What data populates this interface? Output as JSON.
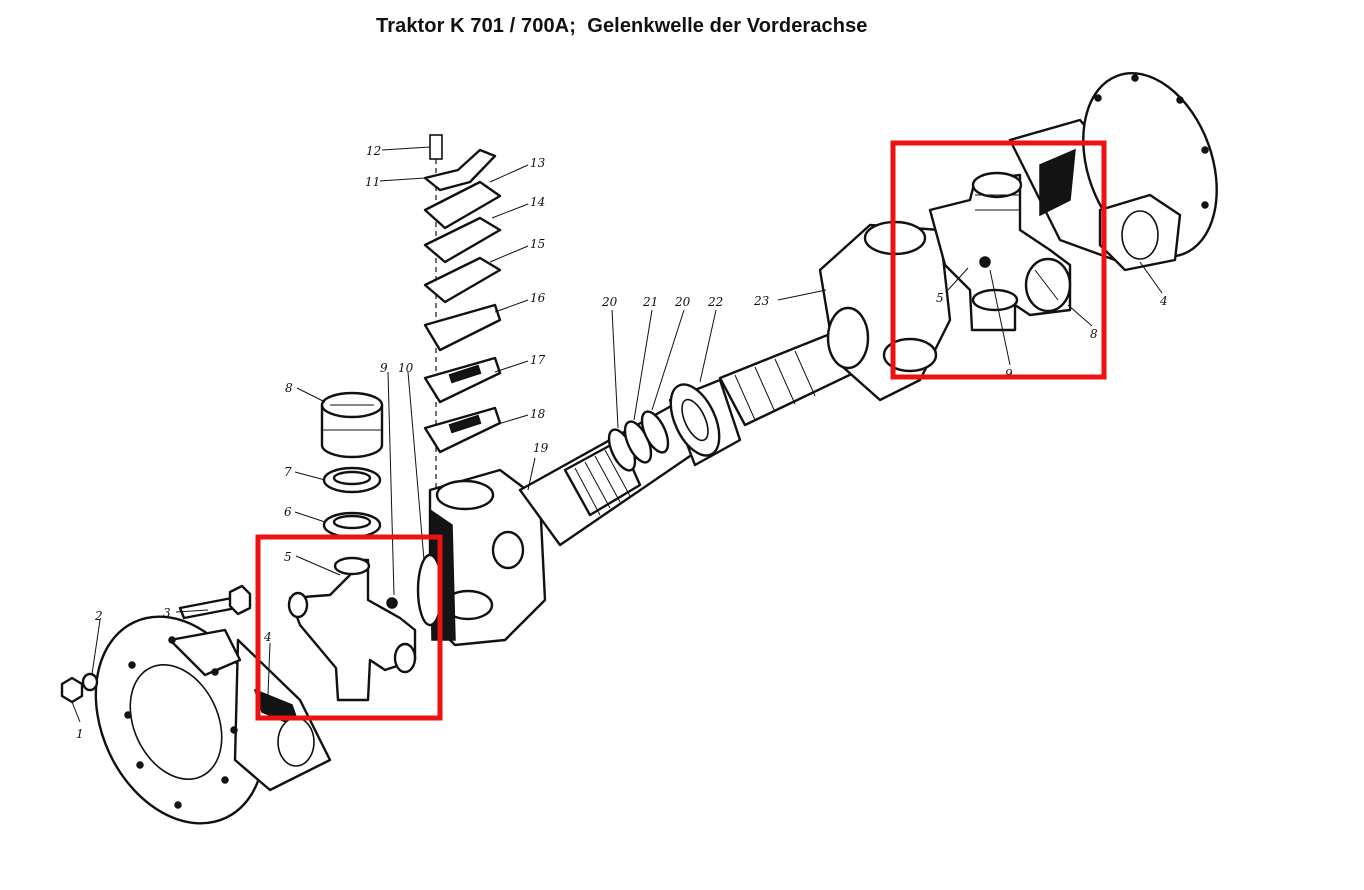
{
  "title": "Traktor K 701 / 700A;  Gelenkwelle der Vorderachse",
  "highlight_color": "#ee1111",
  "labels": {
    "l1": "1",
    "l2": "2",
    "l3": "3",
    "l4a": "4",
    "l5a": "5",
    "l6": "6",
    "l7": "7",
    "l8a": "8",
    "l9a": "9",
    "l10": "10",
    "l11": "11",
    "l12": "12",
    "l13": "13",
    "l14": "14",
    "l15": "15",
    "l16": "16",
    "l17": "17",
    "l18": "18",
    "l19": "19",
    "l20a": "20",
    "l21": "21",
    "l20b": "20",
    "l22": "22",
    "l23": "23",
    "l4b": "4",
    "l5b": "5",
    "l8b": "8",
    "l9b": "9"
  }
}
